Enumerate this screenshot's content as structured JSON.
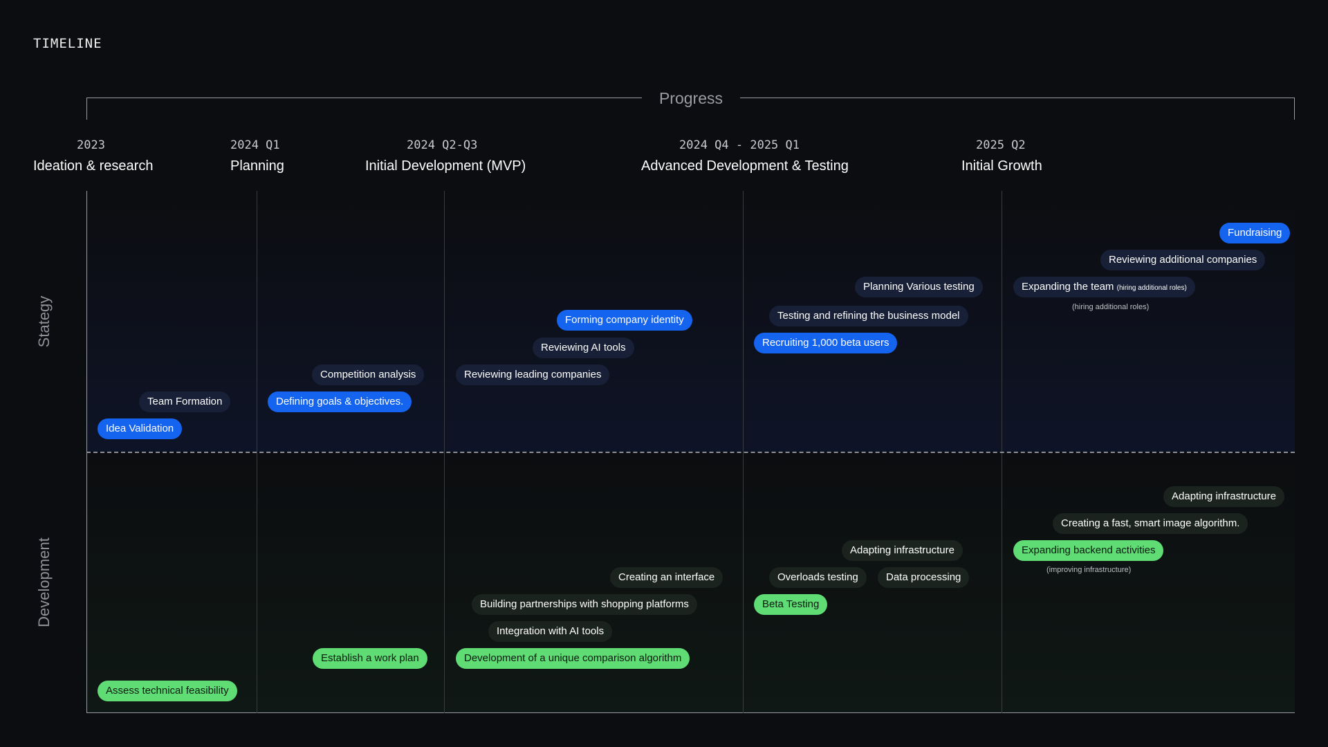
{
  "title": "TIMELINE",
  "progress_label": "Progress",
  "phases": [
    {
      "date": "2023",
      "name": "Ideation & research"
    },
    {
      "date": "2024 Q1",
      "name": "Planning"
    },
    {
      "date": "2024 Q2-Q3",
      "name": "Initial Development (MVP)"
    },
    {
      "date": "2024 Q4 - 2025 Q1",
      "name": "Advanced Development & Testing"
    },
    {
      "date": "2025 Q2",
      "name": "Initial Growth"
    }
  ],
  "rows": {
    "strategy": "Stategy",
    "development": "Development"
  },
  "colors": {
    "blue": "#1464f0",
    "green": "#5fdc74",
    "dark_strategy": "#172036",
    "dark_development": "#1b231e"
  },
  "strategy_items": [
    {
      "label": "Fundraising",
      "style": "blue"
    },
    {
      "label": "Reviewing additional companies",
      "style": "dark"
    },
    {
      "label": "Expanding the team",
      "suffix": "(hiring additional roles)",
      "style": "dark"
    },
    {
      "label": "Planning Various testing",
      "style": "dark"
    },
    {
      "label": "Testing and refining the business model",
      "style": "dark"
    },
    {
      "label": "Recruiting 1,000 beta users",
      "style": "blue"
    },
    {
      "label": "Forming company identity",
      "style": "blue"
    },
    {
      "label": "Reviewing AI tools",
      "style": "dark"
    },
    {
      "label": "Competition analysis",
      "style": "dark"
    },
    {
      "label": "Reviewing leading companies",
      "style": "dark"
    },
    {
      "label": "Team Formation",
      "style": "dark"
    },
    {
      "label": "Defining goals & objectives.",
      "style": "blue"
    },
    {
      "label": "Idea Validation",
      "style": "blue"
    }
  ],
  "strategy_notes": [
    "(hiring additional roles)"
  ],
  "development_items": [
    {
      "label": "Adapting infrastructure",
      "style": "dark"
    },
    {
      "label": "Creating a fast, smart image algorithm.",
      "style": "dark"
    },
    {
      "label": "Expanding backend activities",
      "style": "green"
    },
    {
      "label": "Adapting infrastructure",
      "style": "dark"
    },
    {
      "label": "Creating an interface",
      "style": "dark"
    },
    {
      "label": "Overloads testing",
      "style": "dark"
    },
    {
      "label": "Data processing",
      "style": "dark"
    },
    {
      "label": "Building partnerships with shopping platforms",
      "style": "dark"
    },
    {
      "label": "Beta Testing",
      "style": "green"
    },
    {
      "label": "Integration with AI tools",
      "style": "dark"
    },
    {
      "label": "Establish a work plan",
      "style": "green"
    },
    {
      "label": "Development of a unique comparison algorithm",
      "style": "green"
    },
    {
      "label": "Assess technical feasibility",
      "style": "green"
    }
  ],
  "development_notes": [
    "(improving infrastructure)"
  ]
}
